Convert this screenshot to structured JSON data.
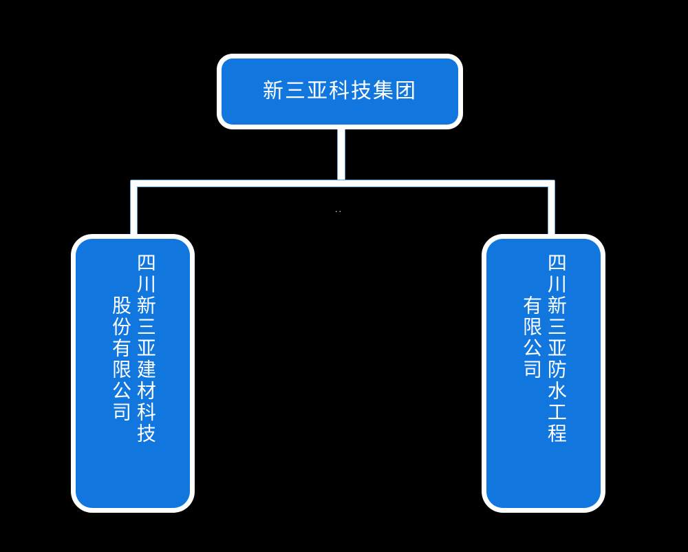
{
  "diagram": {
    "type": "organization-chart",
    "background_color": "#000000",
    "node_fill_color": "#1177de",
    "node_text_color": "#ffffff",
    "node_border_color": "#ffffff",
    "connector_color": "#ffffff",
    "connector_accent_color": "#5ba8e0",
    "root": {
      "label": "新三亚科技集团"
    },
    "children": [
      {
        "id": "child-left",
        "line_primary": "四川新三亚建材科技",
        "line_secondary": "股份有限公司",
        "full_label": "四川新三亚建材科技股份有限公司",
        "orientation": "vertical"
      },
      {
        "id": "child-right",
        "line_primary": "四川新三亚防水工程",
        "line_secondary": "有限公司",
        "full_label": "四川新三亚防水工程有限公司",
        "orientation": "vertical"
      }
    ],
    "center_mark": ".."
  }
}
